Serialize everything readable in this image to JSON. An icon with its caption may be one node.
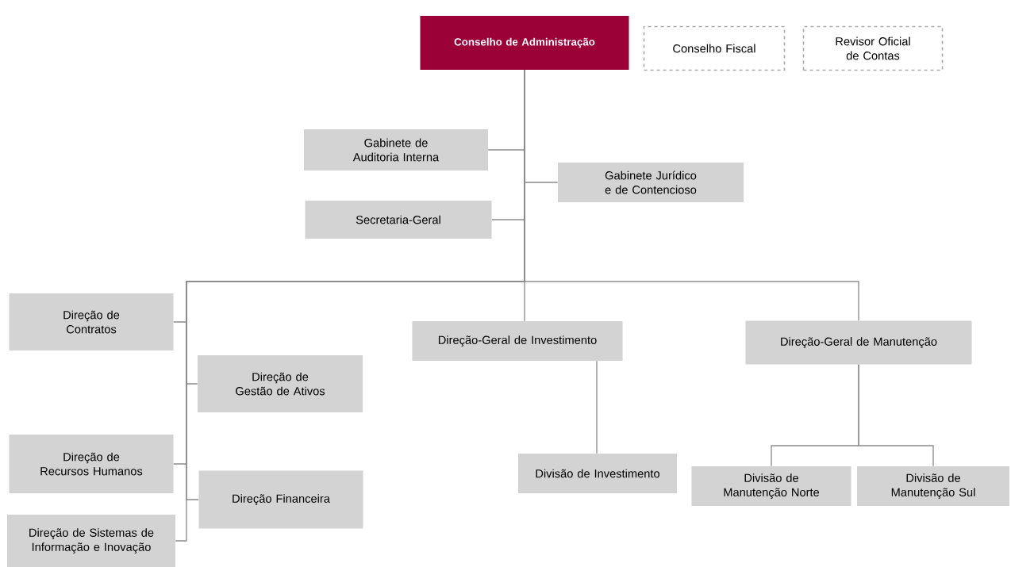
{
  "diagram": {
    "nodes": [
      {
        "text": [
          "Conselho de Administração"
        ]
      },
      {
        "text": [
          "Conselho Fiscal"
        ]
      },
      {
        "text": [
          "Revisor Oficial de Contas"
        ]
      },
      {
        "text": [
          "Gabinete de Auditoria Interna"
        ]
      },
      {
        "text": [
          "Gabinete Jurídico e de Contencioso"
        ]
      },
      {
        "text": [
          "Secretaria-Geral"
        ]
      },
      {
        "text": [
          "Direção de Contratos"
        ]
      },
      {
        "text": [
          "Direção de Gestão de Ativos"
        ]
      },
      {
        "text": [
          "Direção-Geral de Investimento"
        ]
      },
      {
        "text": [
          "Direção-Geral de Manutenção"
        ]
      },
      {
        "text": [
          "Direção de Recursos Humanos"
        ]
      },
      {
        "text": [
          "Direção Financeira"
        ]
      },
      {
        "text": [
          "Direção de Sistemas de Informação e Inovação"
        ]
      },
      {
        "text": [
          "Divisão de Investimento"
        ]
      },
      {
        "text": [
          "Divisão de Manutenção Norte"
        ]
      },
      {
        "text": [
          "Divisão de Manutenção Sul"
        ]
      }
    ],
    "edges": [
      {
        "from": 0,
        "to": 3,
        "arrow": "none"
      },
      {
        "from": 0,
        "to": 4,
        "arrow": "none"
      },
      {
        "from": 0,
        "to": 5,
        "arrow": "none"
      },
      {
        "from": 0,
        "to": 6,
        "arrow": "none"
      },
      {
        "from": 0,
        "to": 7,
        "arrow": "none"
      },
      {
        "from": 0,
        "to": 10,
        "arrow": "none"
      },
      {
        "from": 0,
        "to": 11,
        "arrow": "none"
      },
      {
        "from": 0,
        "to": 12,
        "arrow": "none"
      },
      {
        "from": 0,
        "to": 8,
        "arrow": "none"
      },
      {
        "from": 0,
        "to": 9,
        "arrow": "none"
      },
      {
        "from": 8,
        "to": 13,
        "arrow": "none"
      },
      {
        "from": 9,
        "to": 14,
        "arrow": "none"
      },
      {
        "from": 9,
        "to": 15,
        "arrow": "none"
      }
    ]
  }
}
